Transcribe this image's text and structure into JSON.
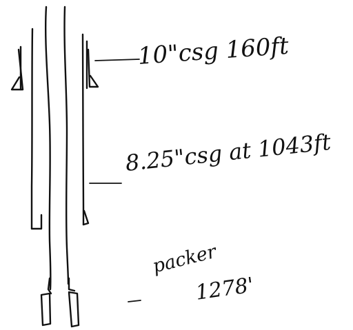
{
  "diagram": {
    "labels": {
      "casing_10": "10\"csg 160ft",
      "casing_825": "8.25\"csg at 1043ft",
      "packer_name": "packer",
      "packer_depth": "1278'"
    },
    "ink_color": "#111111",
    "background_color": "#ffffff"
  }
}
